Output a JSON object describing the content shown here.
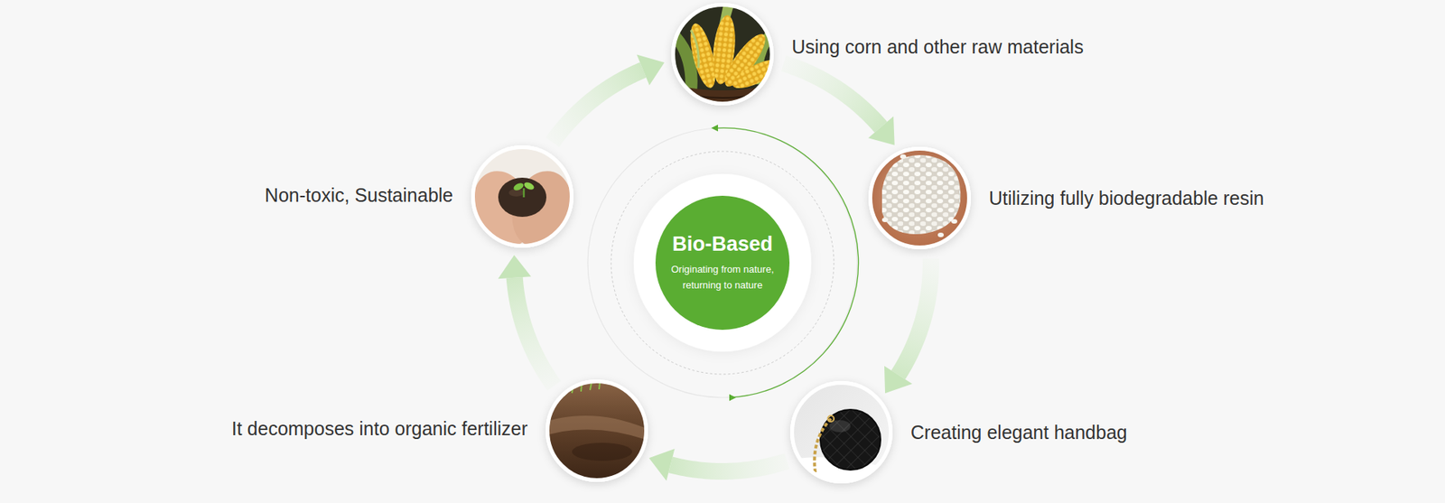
{
  "diagram": {
    "nodes": [
      {
        "text": [
          "Bio-Based",
          "Originating from nature, returning to nature"
        ]
      },
      {
        "text": [
          "Using corn and other raw materials"
        ]
      },
      {
        "text": [
          "Utilizing fully biodegradable resin"
        ]
      },
      {
        "text": [
          "Creating elegant handbag"
        ]
      },
      {
        "text": [
          "It decomposes into organic fertilizer"
        ]
      },
      {
        "text": [
          "Non-toxic, Sustainable"
        ]
      }
    ],
    "edges": [
      {
        "from": 1,
        "to": 2,
        "arrow": "to"
      },
      {
        "from": 2,
        "to": 3,
        "arrow": "to"
      },
      {
        "from": 3,
        "to": 4,
        "arrow": "to"
      },
      {
        "from": 4,
        "to": 5,
        "arrow": "to"
      },
      {
        "from": 5,
        "to": 1,
        "arrow": "to"
      }
    ]
  }
}
